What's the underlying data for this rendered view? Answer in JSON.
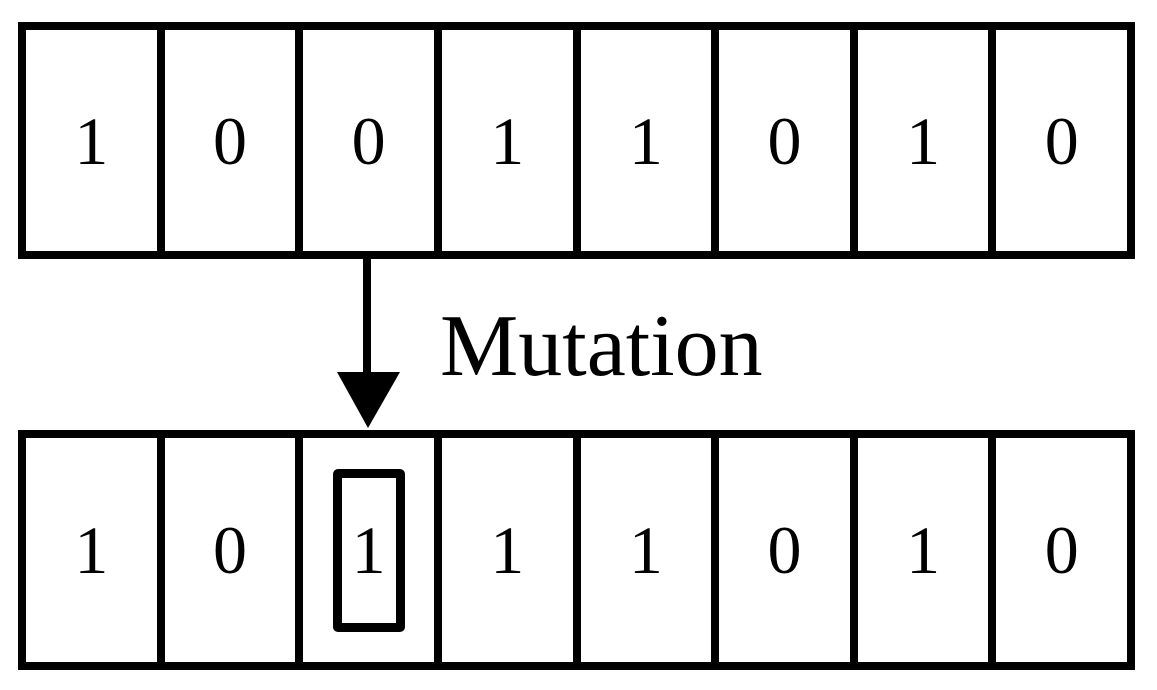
{
  "diagram": {
    "title": "Mutation",
    "operation_label": "Mutation",
    "colors": {
      "stroke": "#000000",
      "background": "#ffffff",
      "highlight_border": "#000000"
    },
    "parent": {
      "name": "parent-chromosome",
      "genes": [
        "1",
        "0",
        "0",
        "1",
        "1",
        "0",
        "1",
        "0"
      ]
    },
    "child": {
      "name": "mutated-chromosome",
      "genes": [
        "1",
        "0",
        "1",
        "1",
        "1",
        "0",
        "1",
        "0"
      ],
      "mutated_index": 2,
      "mutated_value": "1"
    },
    "arrow": {
      "name": "mutation-arrow",
      "direction": "down",
      "from_gene_index": 2,
      "to_gene_index": 2
    }
  }
}
